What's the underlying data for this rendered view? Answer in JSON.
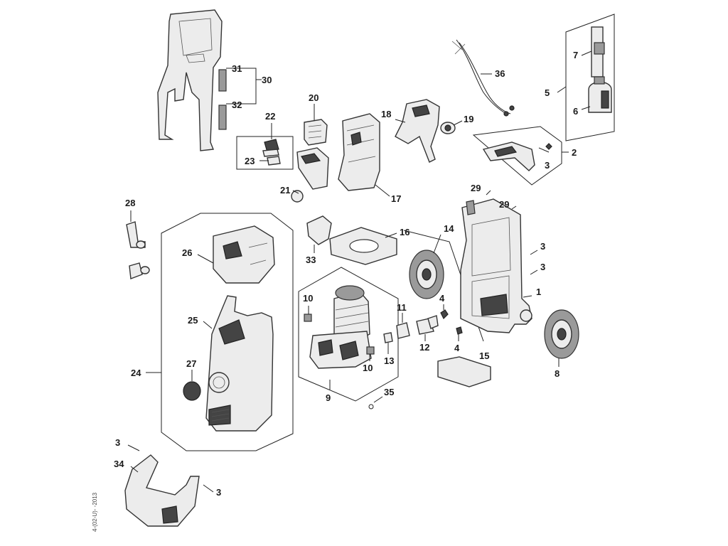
{
  "labels": {
    "l1": "1",
    "l2": "2",
    "l3a": "3",
    "l3b": "3",
    "l3c": "3",
    "l3d": "3",
    "l3e": "3",
    "l4a": "4",
    "l4b": "4",
    "l5": "5",
    "l6": "6",
    "l7": "7",
    "l8": "8",
    "l9": "9",
    "l10a": "10",
    "l10b": "10",
    "l11": "11",
    "l12": "12",
    "l13": "13",
    "l14": "14",
    "l15": "15",
    "l16": "16",
    "l17": "17",
    "l18": "18",
    "l19": "19",
    "l20": "20",
    "l21": "21",
    "l22": "22",
    "l23": "23",
    "l24": "24",
    "l25": "25",
    "l26": "26",
    "l27": "27",
    "l28": "28",
    "l29a": "29",
    "l29b": "29",
    "l30": "30",
    "l31": "31",
    "l32": "32",
    "l33": "33",
    "l34": "34",
    "l35": "35",
    "l36": "36"
  },
  "ref_code": "4-(02-U)- -2013"
}
